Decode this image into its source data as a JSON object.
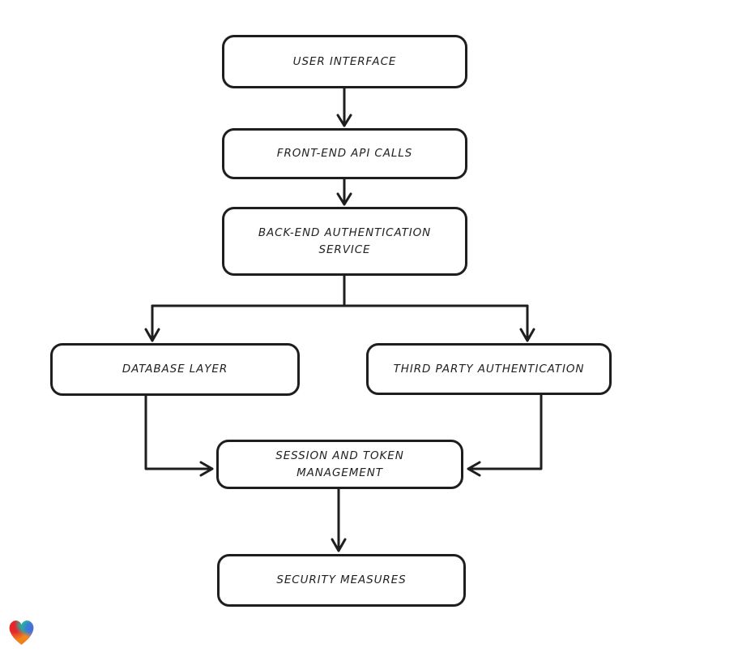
{
  "diagram": {
    "nodes": [
      {
        "id": "user-interface",
        "label": "USER INTERFACE"
      },
      {
        "id": "front-end-api-calls",
        "label": "FRONT-END API CALLS"
      },
      {
        "id": "back-end-authentication-service",
        "label": "BACK-END AUTHENTICATION\nSERVICE"
      },
      {
        "id": "database-layer",
        "label": "DATABASE LAYER"
      },
      {
        "id": "third-party-authentication",
        "label": "THIRD PARTY AUTHENTICATION"
      },
      {
        "id": "session-and-token-management",
        "label": "SESSION AND TOKEN\nMANAGEMENT"
      },
      {
        "id": "security-measures",
        "label": "SECURITY MEASURES"
      }
    ],
    "edges": [
      {
        "from": "user-interface",
        "to": "front-end-api-calls"
      },
      {
        "from": "front-end-api-calls",
        "to": "back-end-authentication-service"
      },
      {
        "from": "back-end-authentication-service",
        "to": "database-layer"
      },
      {
        "from": "back-end-authentication-service",
        "to": "third-party-authentication"
      },
      {
        "from": "database-layer",
        "to": "session-and-token-management"
      },
      {
        "from": "third-party-authentication",
        "to": "session-and-token-management"
      },
      {
        "from": "session-and-token-management",
        "to": "security-measures"
      }
    ],
    "style": {
      "stroke": "#1e1e1e",
      "node_fill": "#ffffff",
      "background": "#ffffff"
    }
  },
  "logo": {
    "name": "heart-logo",
    "colors": {
      "red": "#e52329",
      "teal": "#14b8a8",
      "blue": "#3f6de6",
      "orange_top": "#f7ad33",
      "orange_bottom": "#ee7a17"
    }
  }
}
